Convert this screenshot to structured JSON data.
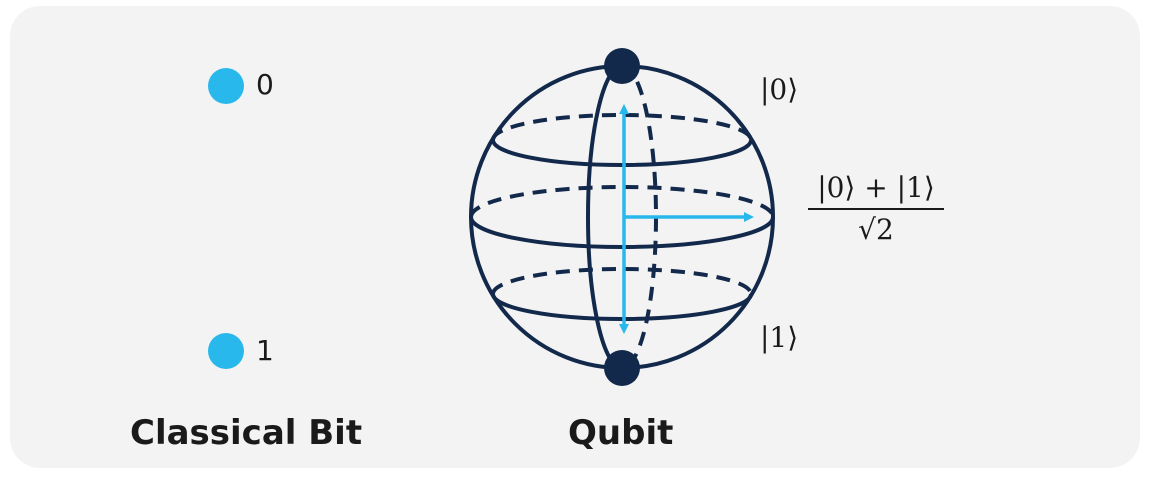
{
  "classical_bit": {
    "caption": "Classical Bit",
    "state_zero": "0",
    "state_one": "1"
  },
  "qubit": {
    "caption": "Qubit",
    "ket_zero": "|0⟩",
    "ket_one": "|1⟩",
    "superposition_numerator": "|0⟩ + |1⟩",
    "superposition_denominator": "√2"
  },
  "colors": {
    "panel_background": "#f3f3f3",
    "bit_dot": "#29b8ec",
    "sphere_outline": "#13294b",
    "vector_arrow": "#29b8ec"
  },
  "icons": [
    "classical-bit-dot",
    "bloch-sphere",
    "pole-dot",
    "state-arrow"
  ]
}
